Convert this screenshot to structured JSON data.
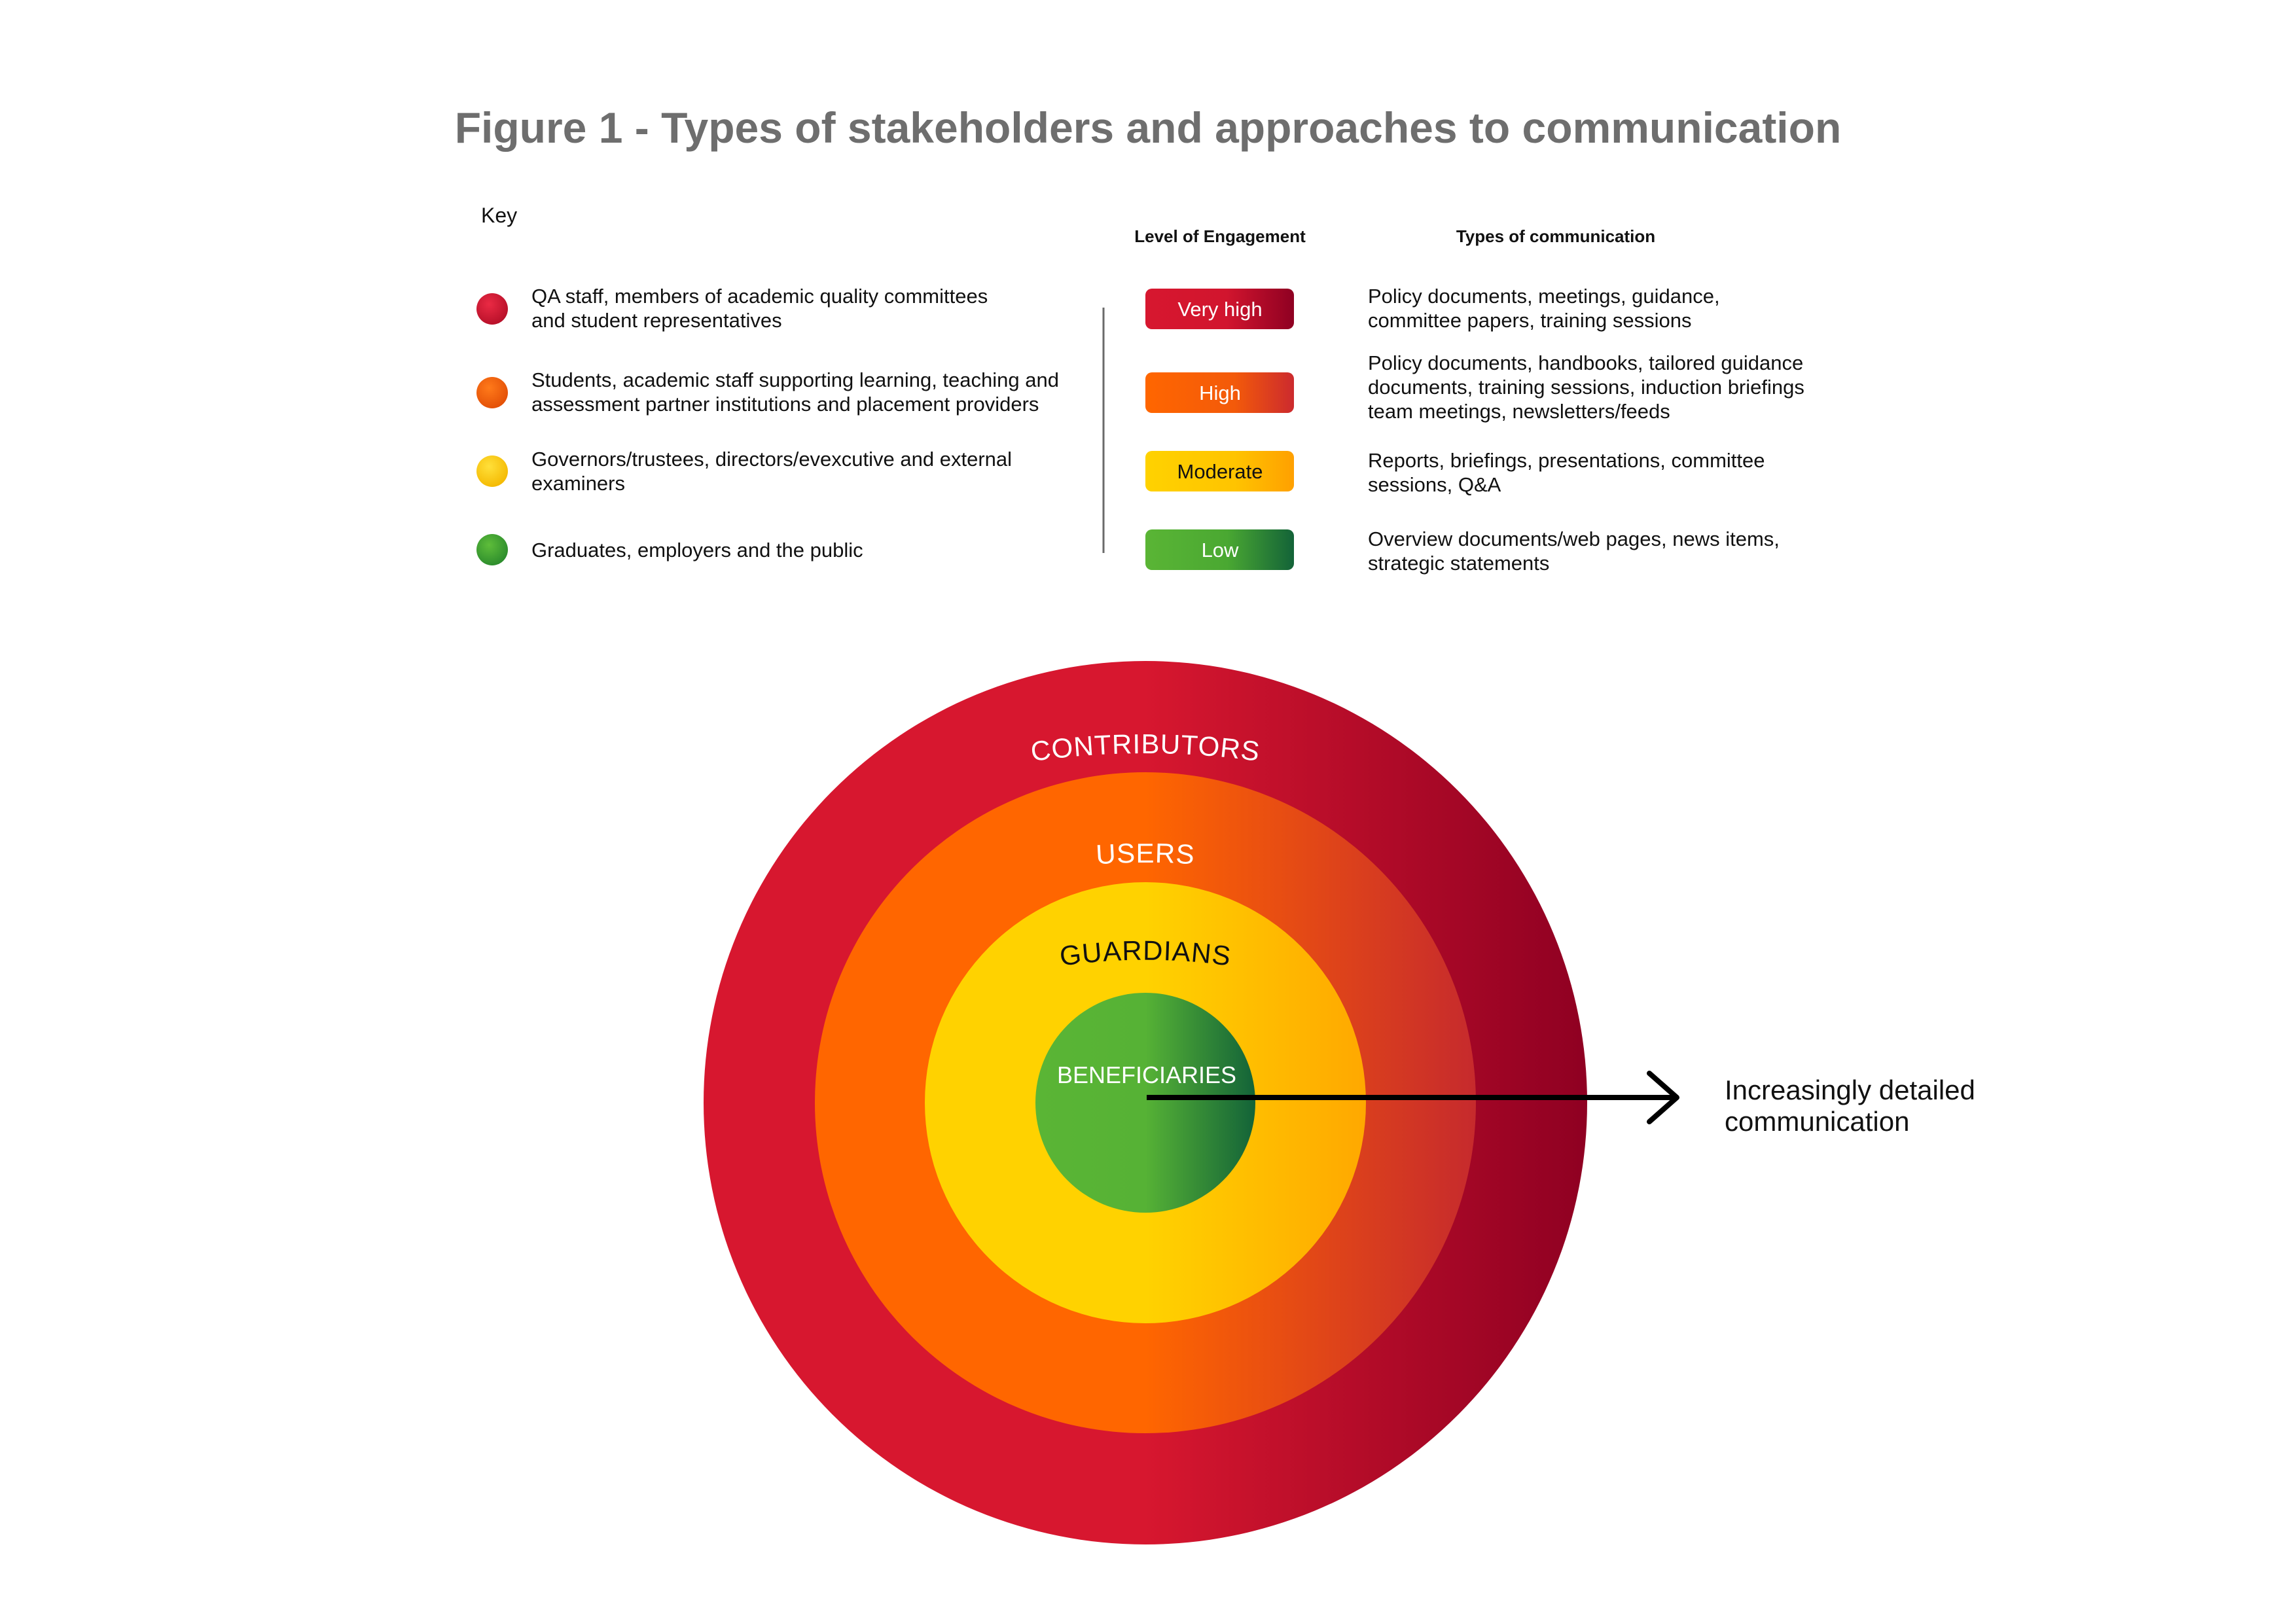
{
  "title": "Figure 1 - Types of stakeholders and approaches to communication",
  "key": {
    "label": "Key",
    "column_headers": {
      "engagement": "Level of Engagement",
      "communication": "Types of communication"
    },
    "rows": [
      {
        "stakeholder_lines": [
          "QA staff, members of academic quality committees",
          "and student representatives"
        ],
        "engagement": "Very high",
        "communication_lines": [
          "Policy documents, meetings, guidance,",
          "committee papers, training sessions"
        ],
        "color": "#d7172f"
      },
      {
        "stakeholder_lines": [
          "Students, academic staff supporting learning, teaching and",
          "assessment partner institutions and placement providers"
        ],
        "engagement": "High",
        "communication_lines": [
          "Policy documents, handbooks, tailored guidance",
          "documents, training sessions, induction briefings",
          "team meetings, newsletters/feeds"
        ],
        "color": "#ff6600"
      },
      {
        "stakeholder_lines": [
          "Governors/trustees, directors/evexcutive and external",
          "examiners"
        ],
        "engagement": "Moderate",
        "communication_lines": [
          "Reports, briefings, presentations, committee",
          "sessions, Q&A"
        ],
        "color": "#ffcc00"
      },
      {
        "stakeholder_lines": [
          "Graduates, employers and the public"
        ],
        "engagement": "Low",
        "communication_lines": [
          "Overview documents/web pages, news items,",
          "strategic statements"
        ],
        "color": "#4aa832"
      }
    ]
  },
  "diagram": {
    "rings": [
      {
        "label": "CONTRIBUTORS",
        "color": "#d7172f",
        "dark_color": "#9a0020"
      },
      {
        "label": "USERS",
        "color": "#ff6600",
        "dark_color": "#c8302a"
      },
      {
        "label": "GUARDIANS",
        "color": "#ffd200",
        "dark_color": "#ffab00"
      },
      {
        "label": "BENEFICIARIES",
        "color": "#5ab535",
        "dark_color": "#1e6e2e"
      }
    ],
    "arrow_label_lines": [
      "Increasingly detailed",
      "communication"
    ]
  }
}
